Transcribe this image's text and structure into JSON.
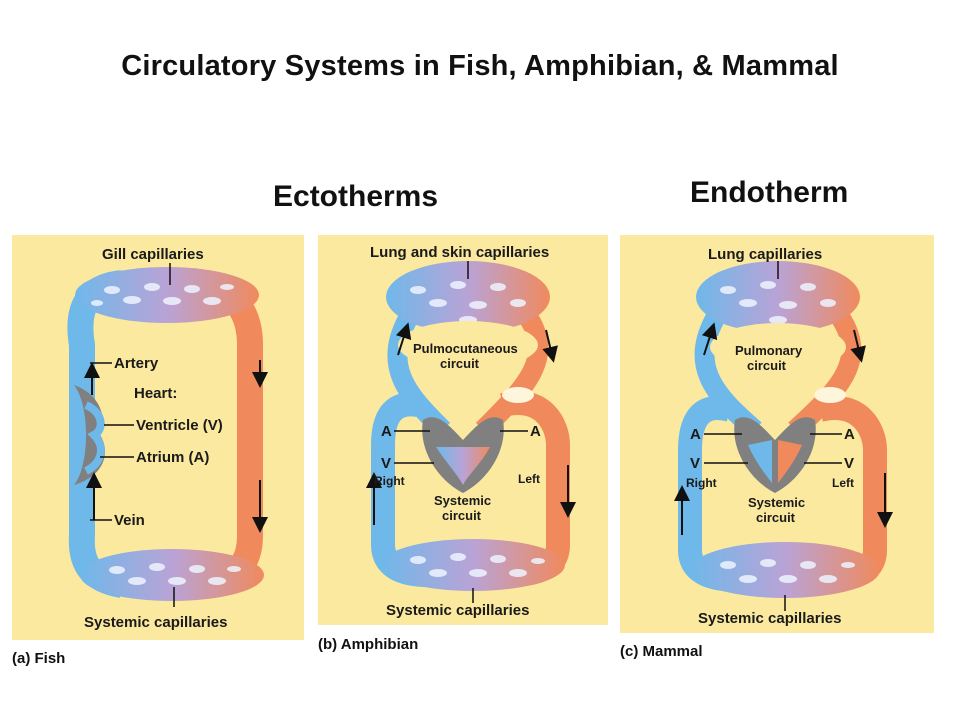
{
  "title": "Circulatory Systems in Fish, Amphibian, & Mammal",
  "headings": {
    "ectotherms": "Ectotherms",
    "endotherm": "Endotherm"
  },
  "fish": {
    "caption": "(a) Fish",
    "gill_capillaries": "Gill capillaries",
    "artery": "Artery",
    "heart": "Heart:",
    "ventricle": "Ventricle (V)",
    "atrium": "Atrium (A)",
    "vein": "Vein",
    "systemic_capillaries": "Systemic capillaries"
  },
  "amphibian": {
    "caption": "(b) Amphibian",
    "lung_skin_capillaries": "Lung and skin capillaries",
    "pulmocutaneous_1": "Pulmocutaneous",
    "pulmocutaneous_2": "circuit",
    "a_left": "A",
    "a_right": "A",
    "v": "V",
    "right": "Right",
    "left": "Left",
    "systemic_1": "Systemic",
    "systemic_2": "circuit",
    "systemic_capillaries": "Systemic capillaries"
  },
  "mammal": {
    "caption": "(c) Mammal",
    "lung_capillaries": "Lung capillaries",
    "pulmonary_1": "Pulmonary",
    "pulmonary_2": "circuit",
    "a_left": "A",
    "a_right": "A",
    "v_left": "V",
    "v_right": "V",
    "right": "Right",
    "left": "Left",
    "systemic_1": "Systemic",
    "systemic_2": "circuit",
    "systemic_capillaries": "Systemic capillaries"
  },
  "colors": {
    "panel": "#fbe9a0",
    "oxygen_poor": "#6fb8ea",
    "oxygen_rich": "#f08a5d",
    "heart": "#808080",
    "capillary_mix": "#b9a3d6"
  }
}
